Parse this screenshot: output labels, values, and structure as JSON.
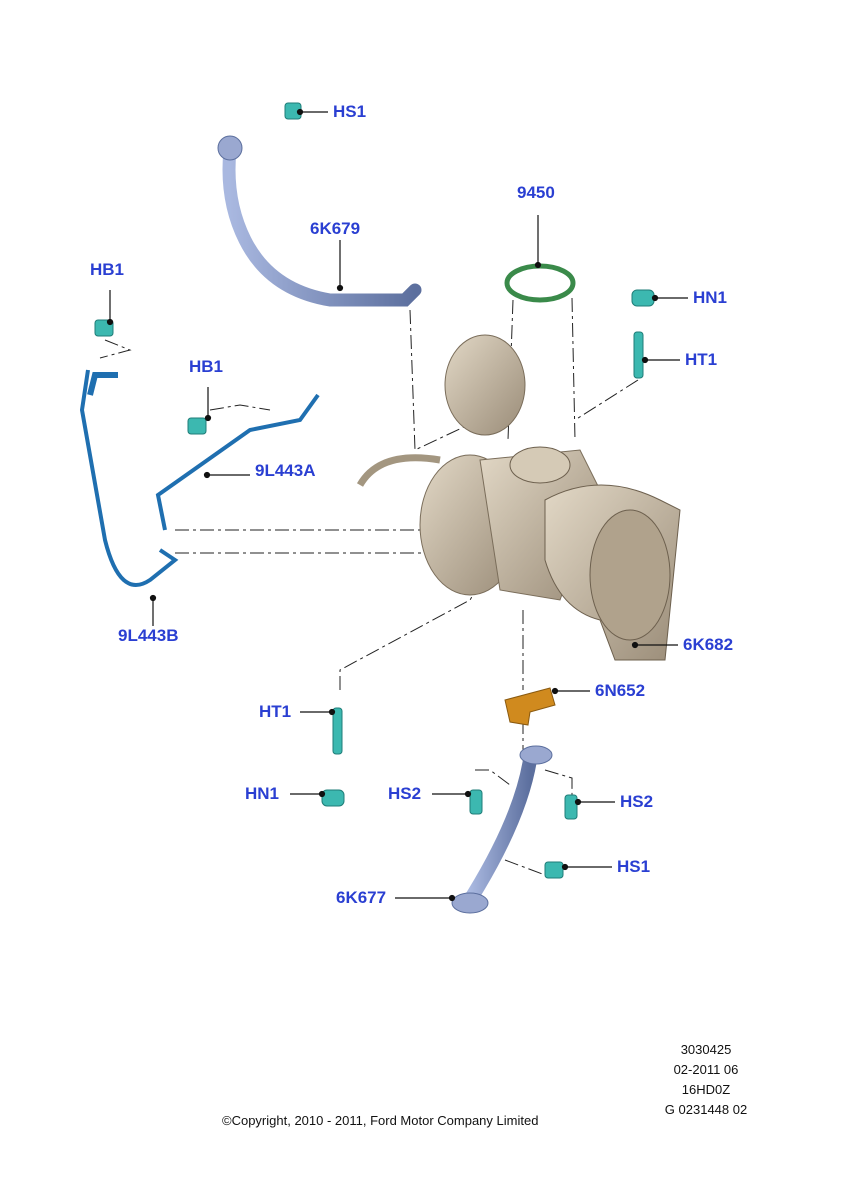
{
  "title": "Turbocharger assembly parts diagram",
  "labels": {
    "hs1_top": "HS1",
    "p9450": "9450",
    "p6k679": "6K679",
    "hb1_left": "HB1",
    "hn1_right": "HN1",
    "ht1_right": "HT1",
    "hb1_mid": "HB1",
    "p9l443a": "9L443A",
    "p9l443b": "9L443B",
    "p6k682": "6K682",
    "p6n652": "6N652",
    "ht1_left": "HT1",
    "hn1_left": "HN1",
    "hs2_left": "HS2",
    "hs2_right": "HS2",
    "hs1_bottom": "HS1",
    "p6k677": "6K677"
  },
  "meta": {
    "line1": "3030425",
    "line2": "02-2011 06",
    "line3": "16HD0Z",
    "line4": "G 0231448 02"
  },
  "copyright": "©Copyright, 2010 - 2011, Ford Motor Company Limited",
  "colors": {
    "label": "#2a3fd2",
    "fastener": "#3cb8b0",
    "pipe": "#7f93c4",
    "oil_line": "#1f6fb0",
    "turbo": "#c9bca6",
    "gasket": "#d08a1e",
    "oring": "#3a8a4a"
  }
}
